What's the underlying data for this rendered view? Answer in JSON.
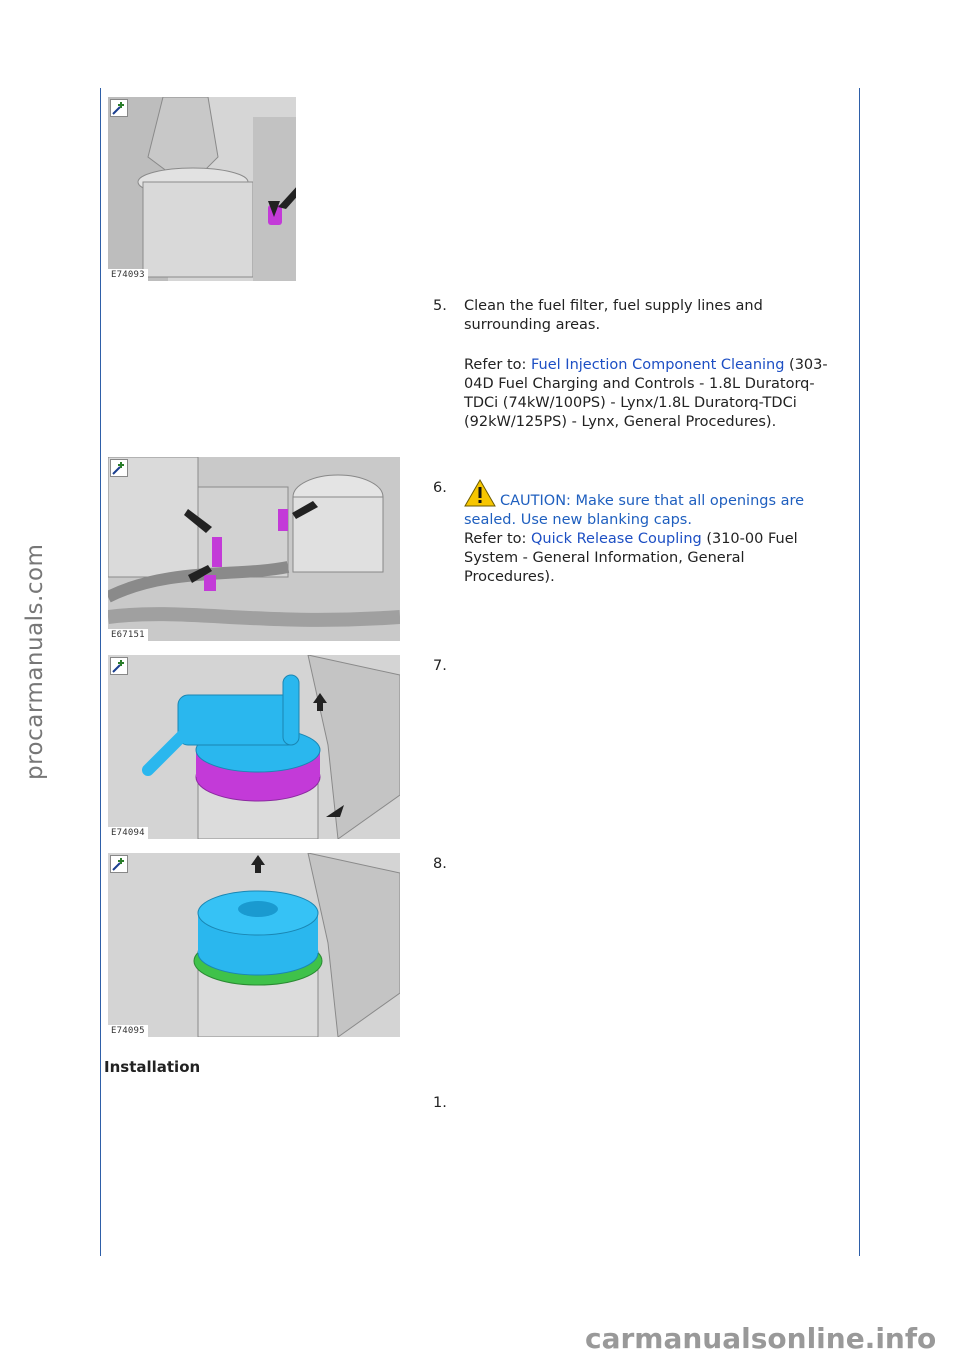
{
  "figures": [
    {
      "code": "E74093"
    },
    {
      "code": "E67151"
    },
    {
      "code": "E74094"
    },
    {
      "code": "E74095"
    }
  ],
  "steps": {
    "s5": {
      "number": "5.",
      "text": "Clean the fuel filter, fuel supply lines and surrounding areas.",
      "refer_prefix": "Refer to: ",
      "refer_link": "Fuel Injection Component Cleaning",
      "refer_rest": " (303-04D Fuel Charging and Controls - 1.8L Duratorq-TDCi (74kW/100PS) - Lynx/1.8L Duratorq-TDCi (92kW/125PS) - Lynx, General Procedures)."
    },
    "s6": {
      "number": "6.",
      "caution": "CAUTION: Make sure that all openings are sealed. Use new blanking caps.",
      "refer_prefix": "Refer to: ",
      "refer_link": "Quick Release Coupling",
      "refer_rest": " (310-00 Fuel System - General Information, General Procedures)."
    },
    "s7": {
      "number": "7."
    },
    "s8": {
      "number": "8."
    },
    "i1": {
      "number": "1."
    }
  },
  "section": {
    "title": "Installation"
  },
  "watermarks": {
    "side": "procarmanuals.com",
    "bottom": "carmanualsonline.info"
  },
  "colors": {
    "link": "#1d4fc4",
    "caution": "#1f5fbf",
    "rule": "#2e5fa8",
    "highlight_magenta": "#c33ad8",
    "highlight_cyan": "#2ab7ee",
    "highlight_green": "#3fc24a"
  }
}
